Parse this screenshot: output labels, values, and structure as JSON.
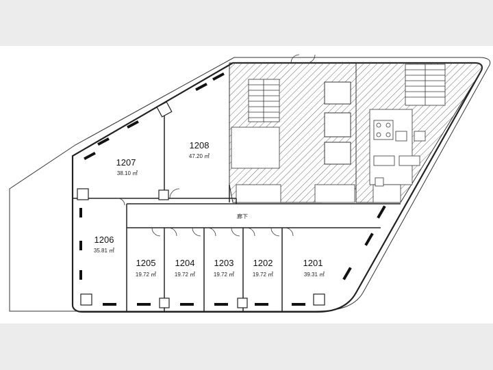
{
  "floor_plan": {
    "corridor_label": "廊下",
    "units": [
      {
        "id": "1201",
        "number": "1201",
        "area": "39.31 ㎡"
      },
      {
        "id": "1202",
        "number": "1202",
        "area": "19.72 ㎡"
      },
      {
        "id": "1203",
        "number": "1203",
        "area": "19.72 ㎡"
      },
      {
        "id": "1204",
        "number": "1204",
        "area": "19.72 ㎡"
      },
      {
        "id": "1205",
        "number": "1205",
        "area": "19.72 ㎡"
      },
      {
        "id": "1206",
        "number": "1206",
        "area": "35.81 ㎡"
      },
      {
        "id": "1207",
        "number": "1207",
        "area": "38.10 ㎡"
      },
      {
        "id": "1208",
        "number": "1208",
        "area": "47.20 ㎡"
      }
    ]
  }
}
